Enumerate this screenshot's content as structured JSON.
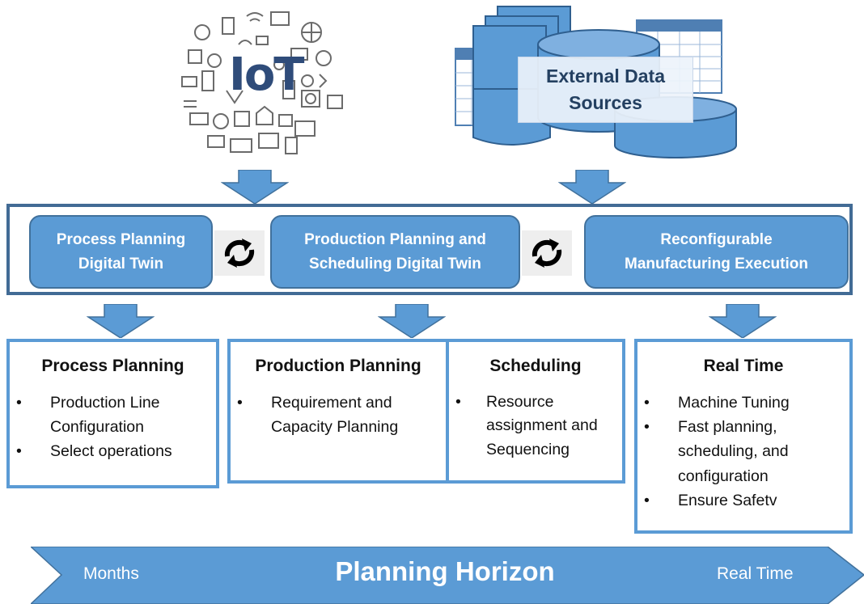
{
  "iot_label": "IoT",
  "external": {
    "line1": "External Data",
    "line2": "Sources"
  },
  "twins": [
    {
      "label": "Process Planning\nDigital Twin"
    },
    {
      "label": "Production Planning and\nScheduling Digital Twin"
    },
    {
      "label": "Reconfigurable\nManufacturing Execution"
    }
  ],
  "boxes": [
    {
      "title": "Process Planning",
      "items": [
        "Production Line Configuration",
        "Select  operations"
      ]
    },
    {
      "title": "Production Planning",
      "items": [
        "Requirement and Capacity Planning"
      ]
    },
    {
      "title": "Scheduling",
      "items": [
        "Resource  assignment and Sequencing"
      ]
    },
    {
      "title": "Real Time",
      "items": [
        "Machine Tuning",
        "Fast planning, scheduling, and configuration",
        "Ensure Safetv"
      ]
    }
  ],
  "horizon": {
    "left": "Months",
    "center": "Planning Horizon",
    "right": "Real Time"
  },
  "colors": {
    "box_fill": "#5b9bd5",
    "frame": "#426b95",
    "arrow": "#5b9bd5",
    "iot_text": "#2f4c7a"
  },
  "icons": [
    "iot-icon-cloud",
    "database-icon",
    "spreadsheet-icon",
    "document-stack-icon",
    "cycle-arrows-icon",
    "down-arrow-icon"
  ]
}
